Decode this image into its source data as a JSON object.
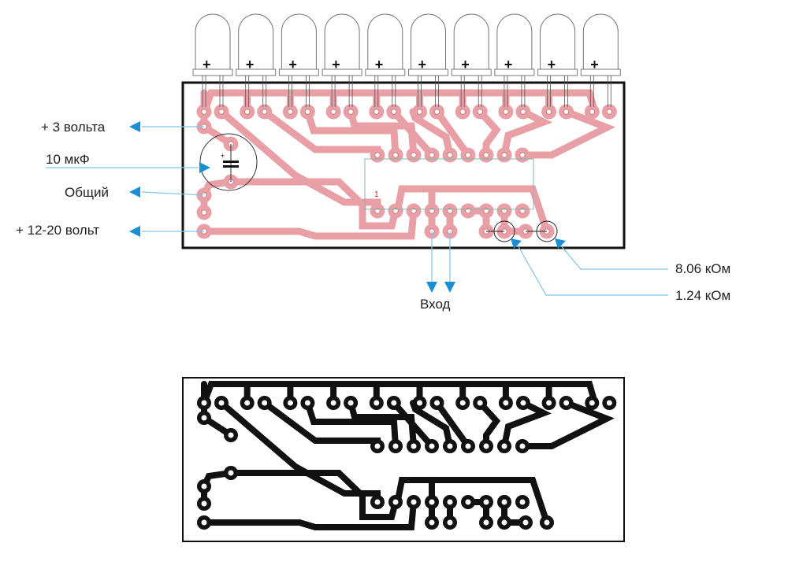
{
  "diagram": {
    "title": "LED bar indicator PCB layout",
    "colors": {
      "trace_top": "#e8a0a6",
      "trace_bottom": "#111111",
      "board_outline": "#111111",
      "callout": "#1a8fd6",
      "callout_line": "#7fc3e6",
      "ic_outline": "#8fb5a8",
      "pin1_mark": "#cc2222"
    },
    "leds": {
      "count": 10,
      "polarity_mark": "+"
    },
    "ic": {
      "pin1_label": "1"
    },
    "labels": {
      "plus_3v": "+ 3 вольта",
      "capacitor": "10 мкФ",
      "common": "Общий",
      "plus_12_20v": "+ 12-20 вольт",
      "input": "Вход",
      "r_8k06": "8.06 кОм",
      "r_1k24": "1.24 кОм"
    }
  }
}
